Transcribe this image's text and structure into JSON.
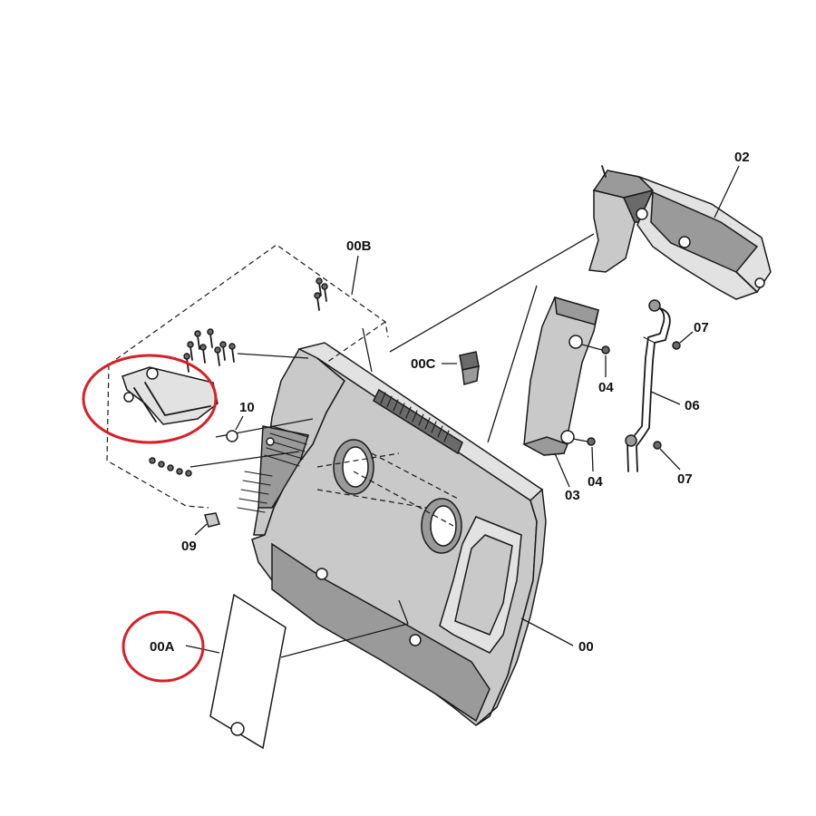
{
  "labels": {
    "p02": "02",
    "p00B": "00B",
    "p00C": "00C",
    "p07a": "07",
    "p04a": "04",
    "p06": "06",
    "p07b": "07",
    "p04b": "04",
    "p03": "03",
    "p10": "10",
    "p09": "09",
    "p00": "00",
    "p00A": "00A"
  },
  "highlight_color": "#d62027"
}
